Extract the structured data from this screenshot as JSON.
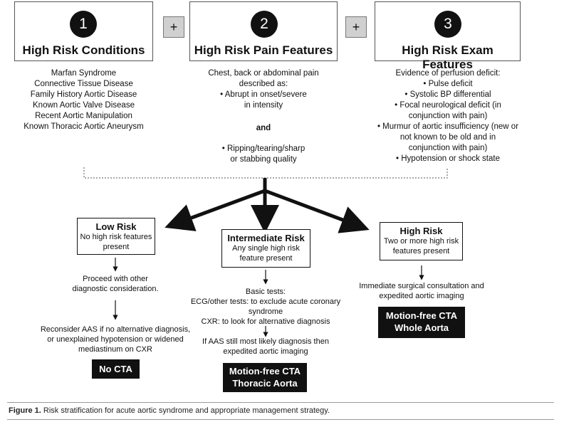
{
  "headers": [
    {
      "number": "1",
      "title": "High Risk Conditions"
    },
    {
      "number": "2",
      "title": "High Risk Pain Features"
    },
    {
      "number": "3",
      "title": "High Risk Exam Features"
    }
  ],
  "plus_symbol": "+",
  "col1_lines": [
    "Marfan Syndrome",
    "Connective Tissue Disease",
    "Family History Aortic Disease",
    "Known Aortic Valve Disease",
    "Recent Aortic Manipulation",
    "Known Thoracic Aortic Aneurysm"
  ],
  "col2": {
    "intro": [
      "Chest, back or abdominal pain",
      "described as:"
    ],
    "bullet1": [
      "•  Abrupt in onset/severe",
      "in intensity"
    ],
    "and": "and",
    "bullet2": [
      "•  Ripping/tearing/sharp",
      "or stabbing quality"
    ]
  },
  "col3": {
    "intro": "Evidence of perfusion deficit:",
    "lines": [
      "•  Pulse deficit",
      "•  Systolic BP differential",
      "•  Focal neurological deficit (in",
      "conjunction with pain)",
      "•  Murmur of aortic insufficiency (new or",
      "not known to be old and in",
      "conjunction with pain)",
      "•  Hypotension or shock state"
    ]
  },
  "low_risk": {
    "title": "Low Risk",
    "sub": [
      "No high risk features",
      "present"
    ],
    "step1": [
      "Proceed with other",
      "diagnostic consideration."
    ],
    "step2": [
      "Reconsider AAS if no alternative diagnosis,",
      "or unexplained hypotension or widened",
      "mediastinum on CXR"
    ],
    "result": "No CTA"
  },
  "intermediate_risk": {
    "title": "Intermediate Risk",
    "sub": [
      "Any single high risk",
      "feature present"
    ],
    "tests": [
      "Basic tests:",
      "ECG/other tests: to exclude acute coronary",
      "syndrome",
      "CXR: to look for alternative diagnosis"
    ],
    "step2": [
      "If AAS still most likely diagnosis then",
      "expedited aortic imaging"
    ],
    "result": [
      "Motion-free CTA",
      "Thoracic Aorta"
    ]
  },
  "high_risk": {
    "title": "High Risk",
    "sub": [
      "Two or more high risk",
      "features present"
    ],
    "step1": [
      "Immediate surgical consultation and",
      "expedited aortic imaging"
    ],
    "result": [
      "Motion-free CTA",
      "Whole Aorta"
    ]
  },
  "caption": {
    "label": "Figure 1.",
    "text": " Risk stratification for acute aortic syndrome and appropriate management strategy."
  }
}
